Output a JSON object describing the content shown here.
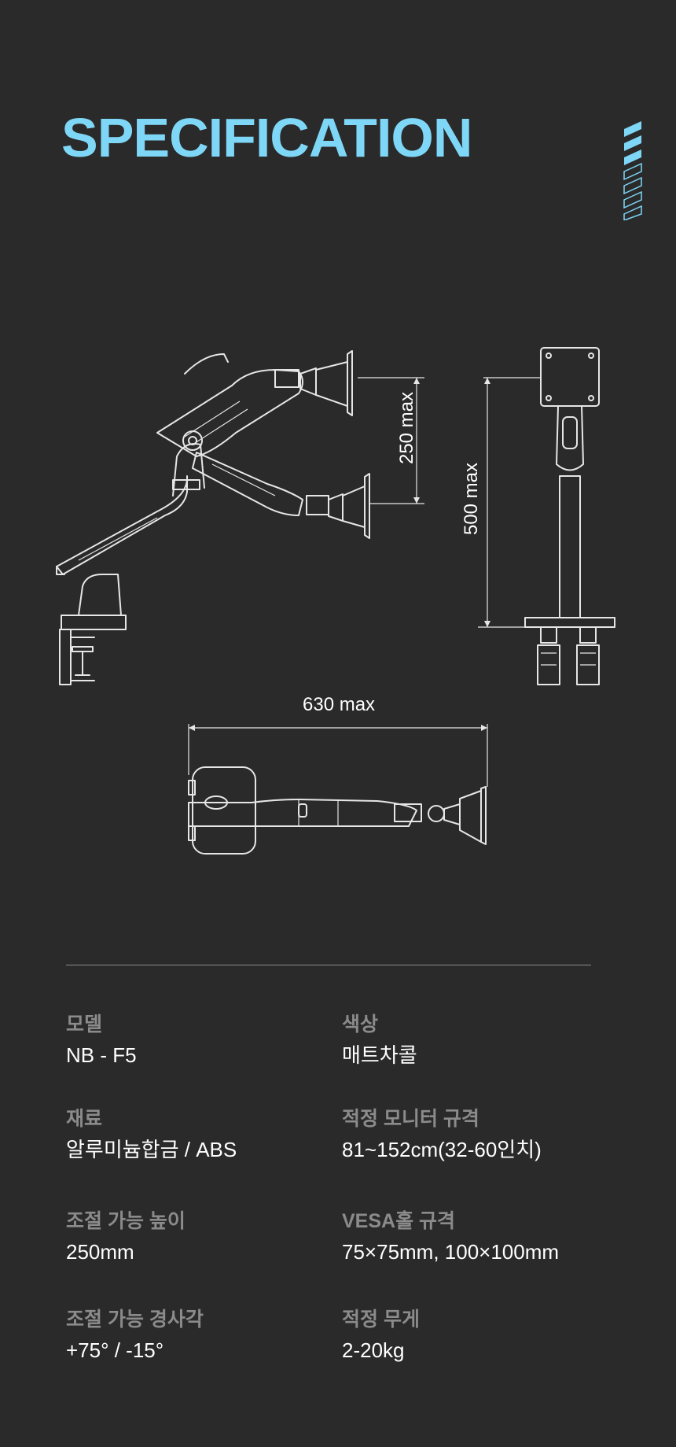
{
  "header": {
    "title": "SPECIFICATION",
    "accent_color": "#7fd7f7",
    "decoration_icon": "stripe-pattern-icon"
  },
  "diagram": {
    "arm_height_label": "250 max",
    "total_height_label": "500 max",
    "reach_label": "630 max"
  },
  "specs": {
    "model": {
      "label": "모델",
      "value": "NB - F5"
    },
    "color": {
      "label": "색상",
      "value": "매트차콜"
    },
    "material": {
      "label": "재료",
      "value": "알루미늄합금 / ABS"
    },
    "monitor_size": {
      "label": "적정 모니터 규격",
      "value": "81~152cm(32-60인치)"
    },
    "adjust_height": {
      "label": "조절 가능 높이",
      "value": "250mm"
    },
    "vesa": {
      "label": "VESA홀 규격",
      "value": "75×75mm, 100×100mm"
    },
    "tilt": {
      "label": "조절 가능 경사각",
      "value": "+75° / -15°"
    },
    "weight": {
      "label": "적정 무게",
      "value": "2-20kg"
    }
  }
}
